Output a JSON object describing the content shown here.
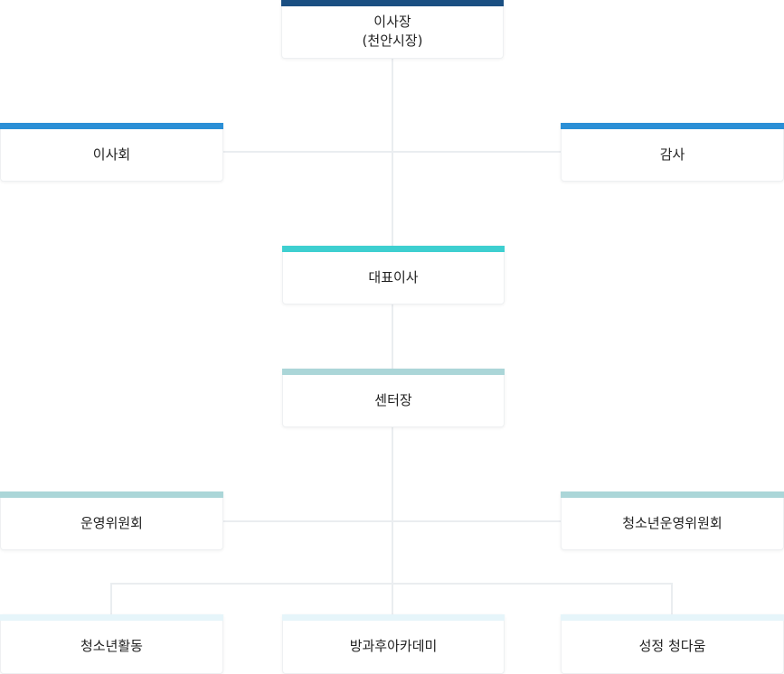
{
  "colors": {
    "navy": "#1a4f82",
    "blue": "#2b8fd6",
    "teal": "#3ecfd0",
    "sage": "#abd6d8",
    "pale": "#e6f5fa",
    "connector": "#eaedf0"
  },
  "nodes": {
    "chairman": {
      "label": "이사장",
      "sub": "(천안시장)"
    },
    "board": {
      "label": "이사회"
    },
    "auditor": {
      "label": "감사"
    },
    "ceo": {
      "label": "대표이사"
    },
    "director": {
      "label": "센터장"
    },
    "steering": {
      "label": "운영위원회"
    },
    "youth_steering": {
      "label": "청소년운영위원회"
    },
    "youth_activity": {
      "label": "청소년활동"
    },
    "after_school": {
      "label": "방과후아카데미"
    },
    "growth": {
      "label": "성정 청다움"
    }
  }
}
